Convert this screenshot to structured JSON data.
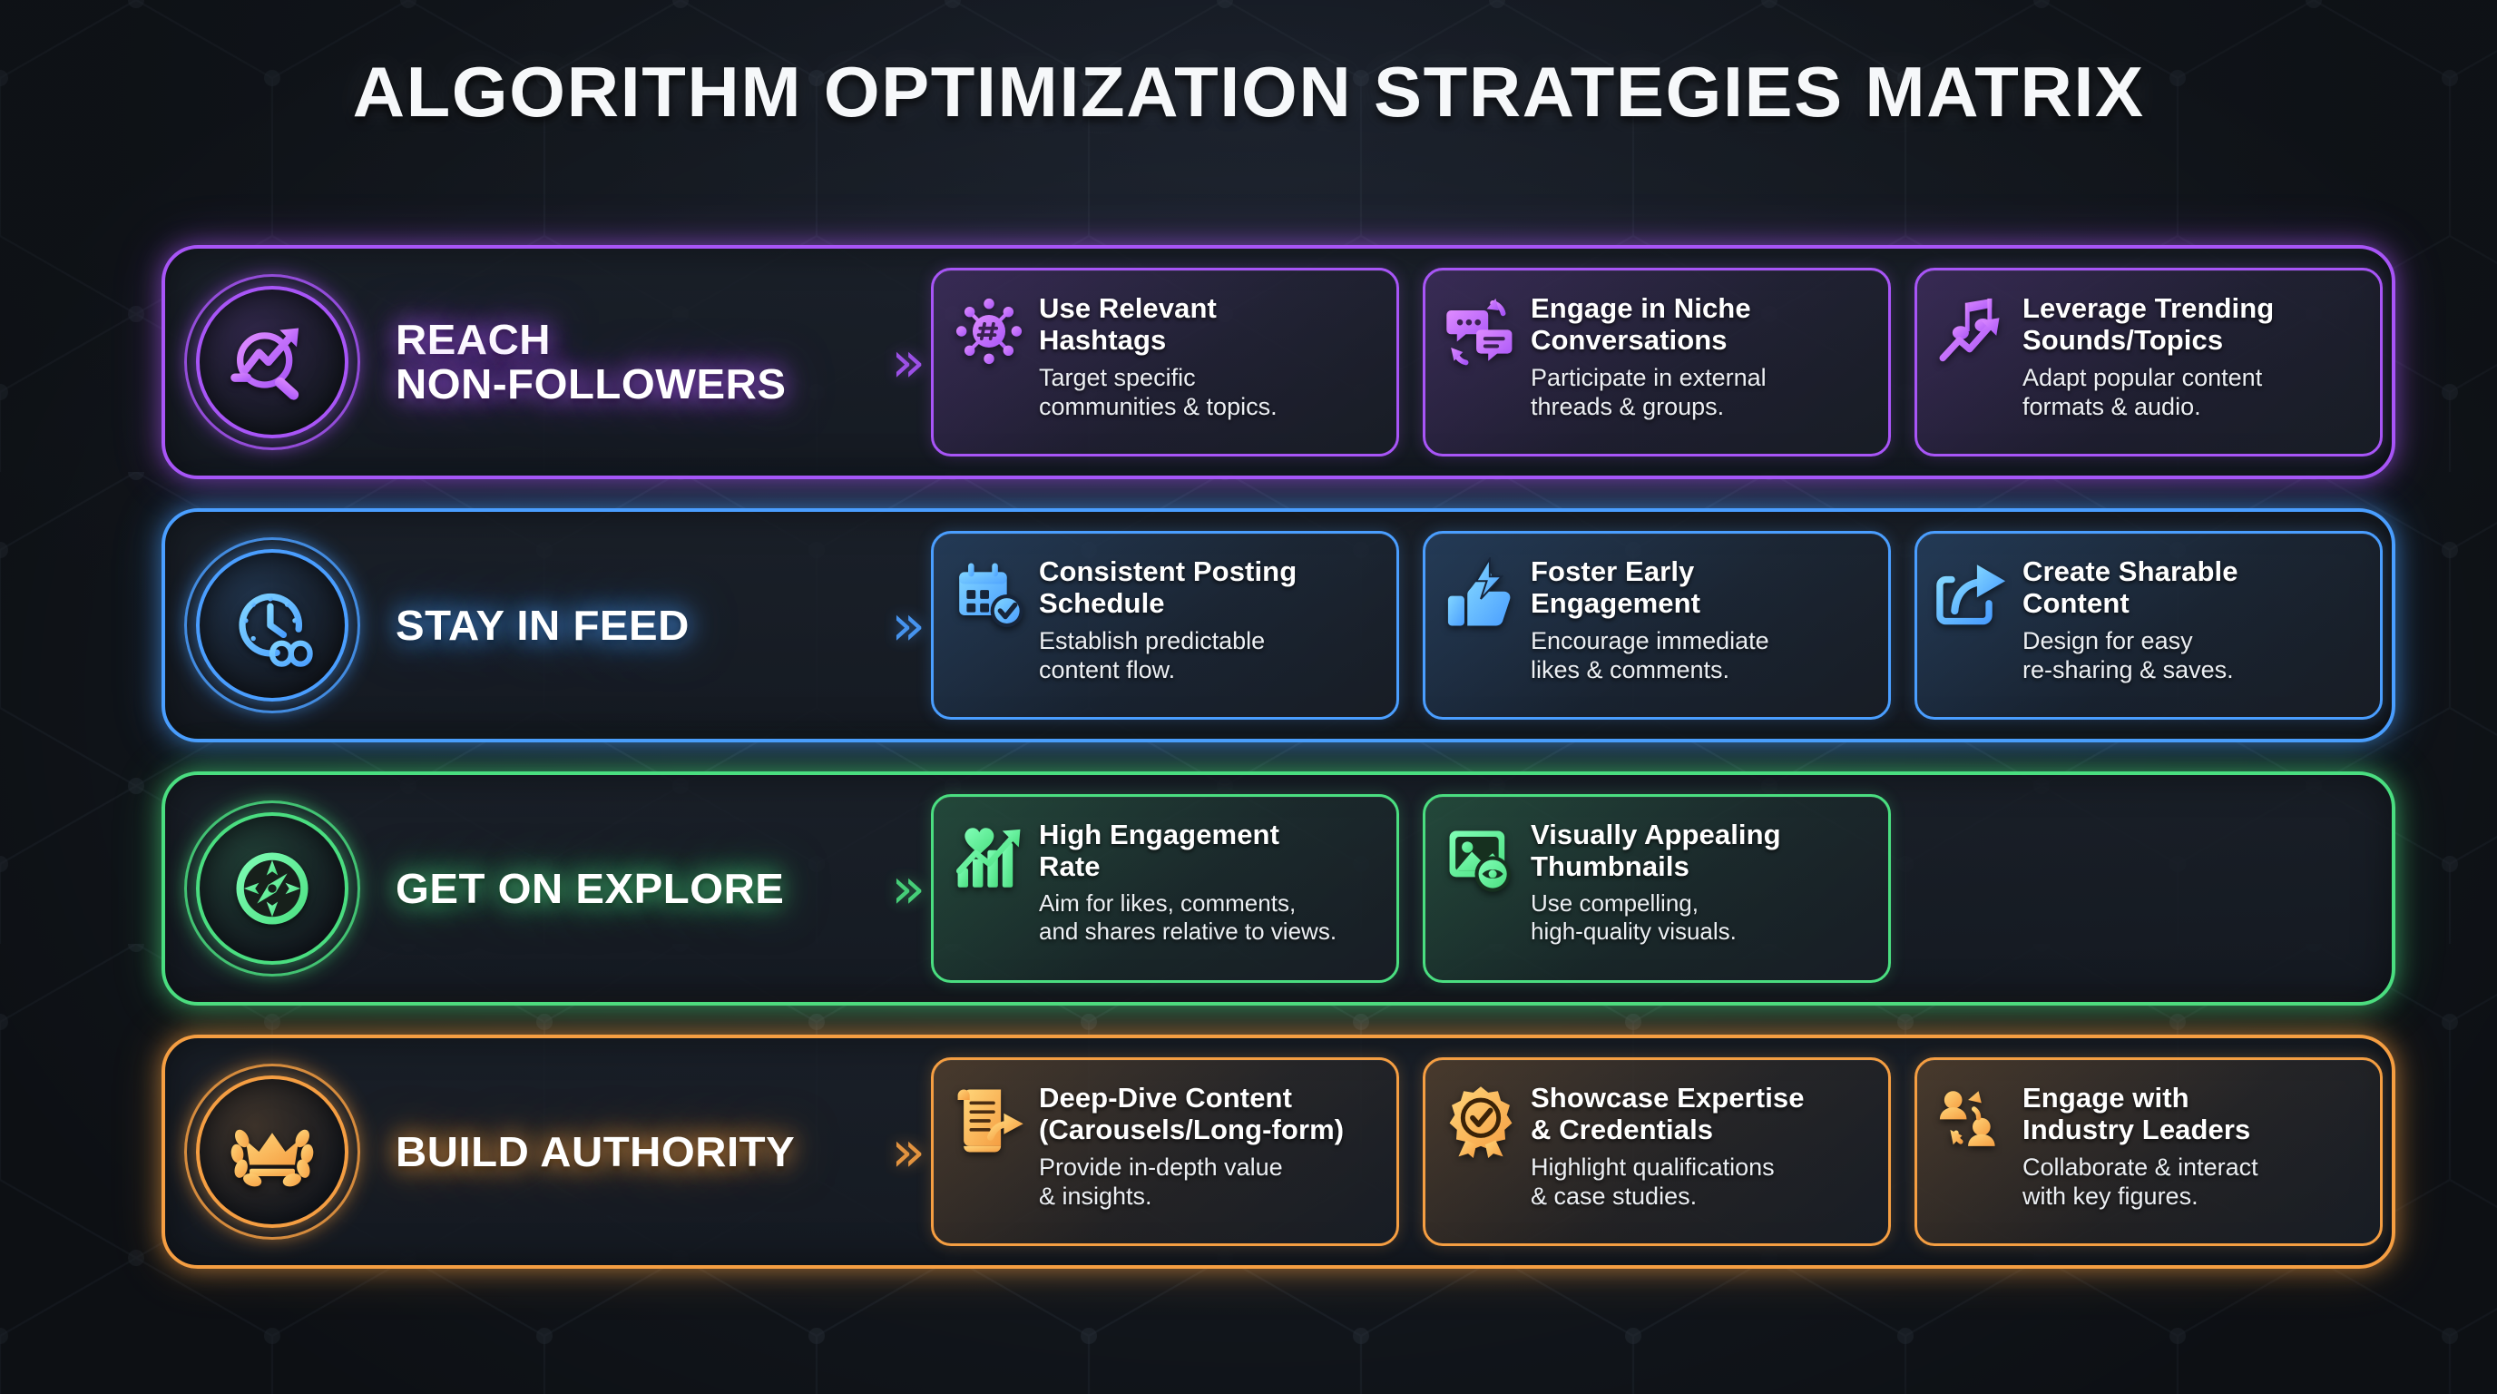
{
  "title": "ALGORITHM OPTIMIZATION STRATEGIES MATRIX",
  "theme": {
    "background": "#161b22",
    "title_color": "#f6f8fa",
    "card_title_color": "#ffffff",
    "card_desc_color": "#eceff3"
  },
  "separator_icon": "double-chevron-right-icon",
  "rows": [
    {
      "key": "reach",
      "label": "REACH\nNON-FOLLOWERS",
      "accent": "#a855f7",
      "badge_icon": "magnifier-trending-arrow-icon",
      "cards": [
        {
          "icon": "hashtag-network-icon",
          "title": "Use Relevant\nHashtags",
          "desc": "Target specific\ncommunities & topics."
        },
        {
          "icon": "chat-bubbles-reply-icon",
          "title": "Engage in Niche\nConversations",
          "desc": "Participate in external\nthreads & groups."
        },
        {
          "icon": "music-note-trending-icon",
          "title": "Leverage Trending\nSounds/Topics",
          "desc": "Adapt popular content\nformats & audio."
        }
      ]
    },
    {
      "key": "feed",
      "label": "STAY IN FEED",
      "accent": "#4a9eff",
      "badge_icon": "clock-infinity-icon",
      "cards": [
        {
          "icon": "calendar-check-icon",
          "title": "Consistent Posting\nSchedule",
          "desc": "Establish predictable\ncontent flow."
        },
        {
          "icon": "thumbs-up-lightning-icon",
          "title": "Foster Early\nEngagement",
          "desc": "Encourage immediate\nlikes & comments."
        },
        {
          "icon": "share-arrow-icon",
          "title": "Create Sharable\nContent",
          "desc": "Design for easy\nre-sharing & saves."
        }
      ]
    },
    {
      "key": "explore",
      "label": "GET ON EXPLORE",
      "accent": "#4ade80",
      "badge_icon": "compass-icon",
      "cards": [
        {
          "icon": "heart-bar-chart-growth-icon",
          "title": "High Engagement\nRate",
          "desc": "Aim for likes, comments,\nand shares relative to views."
        },
        {
          "icon": "image-eye-icon",
          "title": "Visually Appealing\nThumbnails",
          "desc": "Use compelling,\nhigh-quality visuals."
        }
      ]
    },
    {
      "key": "authority",
      "label": "BUILD AUTHORITY",
      "accent": "#f59e42",
      "badge_icon": "crown-laurel-icon",
      "cards": [
        {
          "icon": "scroll-document-arrow-icon",
          "title": "Deep-Dive Content\n(Carousels/Long-form)",
          "desc": "Provide in-depth value\n& insights."
        },
        {
          "icon": "award-ribbon-check-icon",
          "title": "Showcase Expertise\n& Credentials",
          "desc": "Highlight qualifications\n& case studies."
        },
        {
          "icon": "two-people-exchange-icon",
          "title": "Engage with\nIndustry Leaders",
          "desc": "Collaborate & interact\nwith key figures."
        }
      ]
    }
  ]
}
